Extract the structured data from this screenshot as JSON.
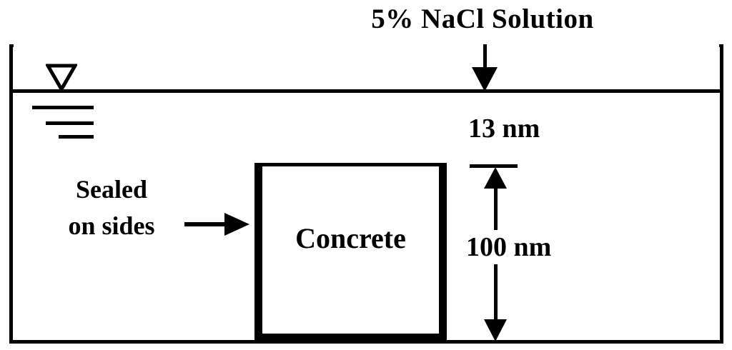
{
  "diagram": {
    "title": "5% NaCl Solution",
    "tank": {
      "name": "immersion-tank",
      "wall_color": "#000000"
    },
    "water_level_symbol": {
      "name": "water-level-icon",
      "lines": 3
    },
    "inflow_arrow": {
      "name": "nacl-inflow-arrow",
      "direction": "down"
    },
    "specimen": {
      "label": "Concrete",
      "fill_color": "#ffffff",
      "border_color": "#000000"
    },
    "sealed_note": {
      "line1": "Sealed",
      "line2": "on sides",
      "arrow_direction": "right"
    },
    "dimensions": {
      "cover_depth": "13 nm",
      "specimen_height": "100 nm"
    }
  }
}
